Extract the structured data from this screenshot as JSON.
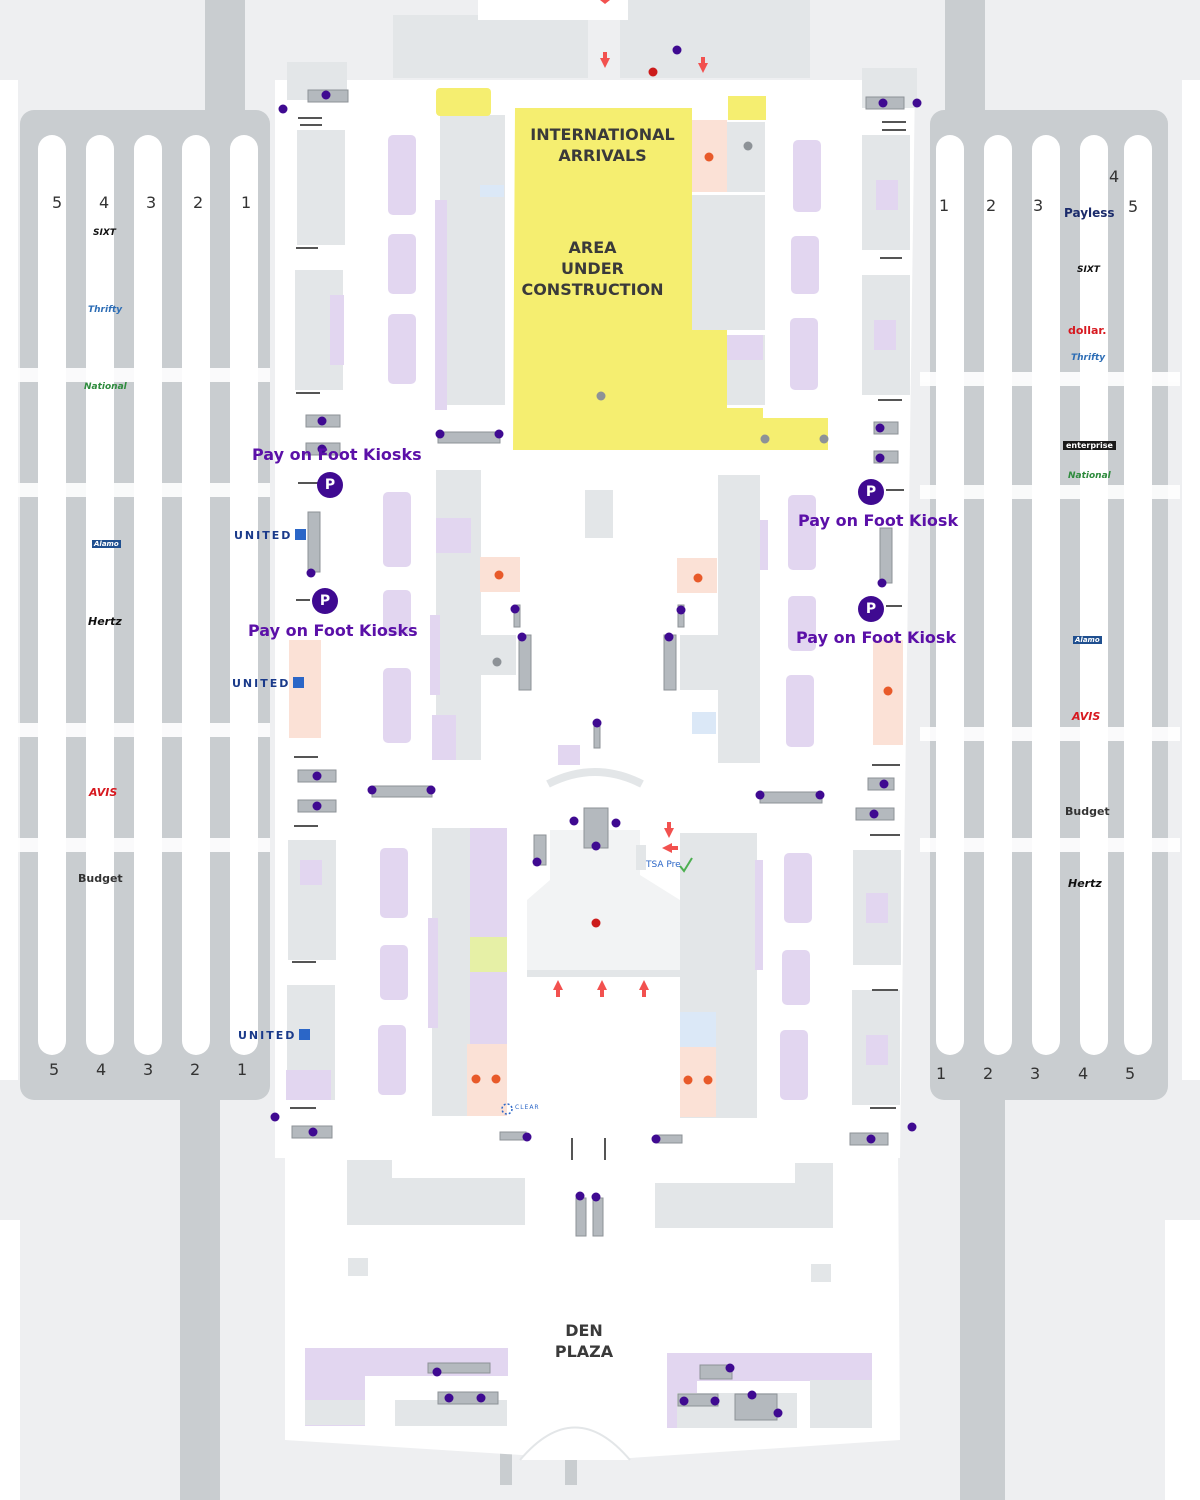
{
  "map": {
    "areas": {
      "international_arrivals": "INTERNATIONAL\nARRIVALS",
      "construction": "AREA\nUNDER\nCONSTRUCTION",
      "den_plaza": "DEN\nPLAZA"
    },
    "kiosks": {
      "left_top": "Pay on Foot Kiosks",
      "left_bottom": "Pay on Foot Kiosks",
      "right_top": "Pay on Foot Kiosk",
      "right_bottom": "Pay on Foot Kiosk",
      "p_symbol": "P"
    },
    "left_garage": {
      "row_numbers_top": [
        "5",
        "4",
        "3",
        "2",
        "1"
      ],
      "row_numbers_bottom": [
        "5",
        "4",
        "3",
        "2",
        "1"
      ],
      "brands": [
        {
          "name": "SIXT",
          "color": "#111111"
        },
        {
          "name": "Thrifty",
          "color": "#2d6db5"
        },
        {
          "name": "National",
          "color": "#2e8b3d"
        },
        {
          "name": "Alamo",
          "color": "#1f4f8f"
        },
        {
          "name": "Hertz",
          "color": "#111111"
        },
        {
          "name": "AVIS",
          "color": "#d71920"
        },
        {
          "name": "Budget",
          "color": "#333333"
        }
      ]
    },
    "right_garage": {
      "row_numbers_top": [
        "1",
        "2",
        "3",
        "4",
        "5"
      ],
      "row_numbers_bottom": [
        "1",
        "2",
        "3",
        "4",
        "5"
      ],
      "extra_label": "4",
      "brands": [
        {
          "name": "Payless",
          "color": "#1b2b6b"
        },
        {
          "name": "SIXT",
          "color": "#111111"
        },
        {
          "name": "dollar.",
          "color": "#d71920"
        },
        {
          "name": "Thrifty",
          "color": "#2d6db5"
        },
        {
          "name": "enterprise",
          "color": "#ffffff"
        },
        {
          "name": "National",
          "color": "#2e8b3d"
        },
        {
          "name": "Alamo",
          "color": "#1f4f8f"
        },
        {
          "name": "AVIS",
          "color": "#d71920"
        },
        {
          "name": "Budget",
          "color": "#333333"
        },
        {
          "name": "Hertz",
          "color": "#111111"
        }
      ]
    },
    "airline": {
      "united_label": "UNITED"
    },
    "tsa": {
      "label": "TSA Pre"
    },
    "clear": {
      "label": "CLEAR"
    },
    "colors": {
      "background": "#eeeff1",
      "terminal": "#ffffff",
      "road": "#c9cdd0",
      "block": "#e3e6e8",
      "lavender": "#e2d6f0",
      "peach": "#fbe1d6",
      "construction": "#f5ee70",
      "dot": "#3f0a91",
      "accent_text": "#5b10a8",
      "red_arrow": "#f2514f"
    },
    "icons": [
      "parking-icon",
      "united-logo-icon",
      "tsa-check-icon",
      "clear-icon",
      "elevator-icon",
      "escalator-icon",
      "arrow-icon"
    ]
  }
}
